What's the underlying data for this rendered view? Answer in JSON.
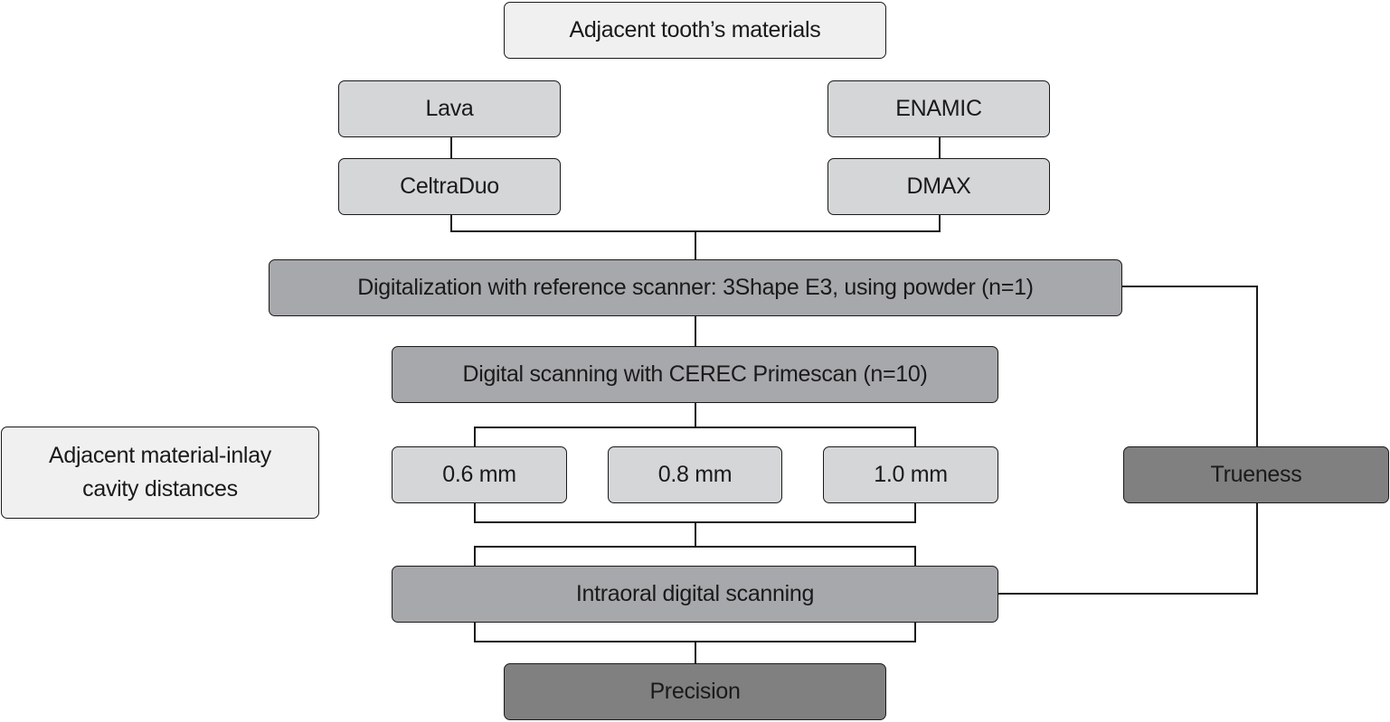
{
  "diagram": {
    "nodes": {
      "adjacent_materials": {
        "label": "Adjacent tooth’s materials"
      },
      "lava": {
        "label": "Lava"
      },
      "enamic": {
        "label": "ENAMIC"
      },
      "celtraduo": {
        "label": "CeltraDuo"
      },
      "dmax": {
        "label": "DMAX"
      },
      "reference_scanner": {
        "label": "Digitalization with reference scanner: 3Shape E3, using powder (n=1)"
      },
      "primescan": {
        "label": "Digital scanning with CEREC Primescan (n=10)"
      },
      "cavity_distances": {
        "label_line1": "Adjacent material-inlay",
        "label_line2": "cavity distances"
      },
      "dist_06": {
        "label": "0.6 mm"
      },
      "dist_08": {
        "label": "0.8 mm"
      },
      "dist_10": {
        "label": "1.0 mm"
      },
      "trueness": {
        "label": "Trueness"
      },
      "intraoral": {
        "label": "Intraoral digital scanning"
      },
      "precision": {
        "label": "Precision"
      }
    },
    "colors": {
      "light": "#f0f0f0",
      "mid": "#d5d6d8",
      "dark": "#a7a8ab",
      "darker": "#808080",
      "line": "#1a1a1a"
    }
  }
}
